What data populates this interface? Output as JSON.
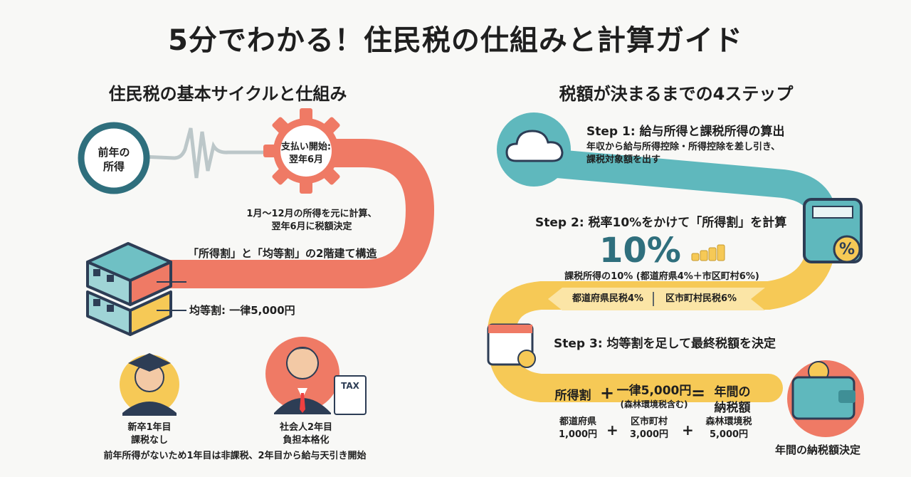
{
  "title": "5分でわかる！住民税の仕組みと計算ガイド",
  "left": {
    "heading": "住民税の基本サイクルと仕組み",
    "circle_label": "前年の\n所得",
    "gear_label": "支払い開始:\n翌年6月",
    "cycle_note": "1月〜12月の所得を元に計算、\n翌年6月に税額決定",
    "structure_label": "「所得割」と「均等割」の2階建て構造",
    "equal_label": "均等割: 一律5,000円",
    "grad_label": "新卒1年目\n課税なし",
    "worker_label": "社会人2年目\n負担本格化",
    "tax_paper": "TAX",
    "footnote": "前年所得がないため1年目は非課税、2年目から給与天引き開始"
  },
  "right": {
    "heading": "税額が決まるまでの4ステップ",
    "step1_title": "Step 1: 給与所得と課税所得の算出",
    "step1_desc": "年収から給与所得控除・所得控除を差し引き、\n課税対象額を出す",
    "step2_title": "Step 2: 税率10%をかけて「所得割」を計算",
    "step2_big": "10%",
    "step2_note": "課税所得の10% (都道府県4%＋市区町村6%)",
    "pref_rate": "都道府県民税4%",
    "city_rate": "区市町村民税6%",
    "step3_title": "Step 3: 均等割を足して最終税額を決定",
    "eq_term1": "所得割",
    "eq_plus": "+",
    "eq_term2": "一律5,000円",
    "eq_term2_sub": "(森林環境税含む)",
    "eq_equals": "=",
    "eq_result": "年間の\n納税額",
    "b1": "都道府県\n1,000円",
    "b2": "区市町村\n3,000円",
    "b3": "森林環境税\n5,000円",
    "final_label": "年間の納税額決定",
    "percent_symbol": "%"
  },
  "colors": {
    "coral": "#ef7a65",
    "teal": "#5fb8bd",
    "yellow": "#f6c956",
    "dark_teal": "#2f6f7d",
    "navy": "#2d3d55"
  }
}
